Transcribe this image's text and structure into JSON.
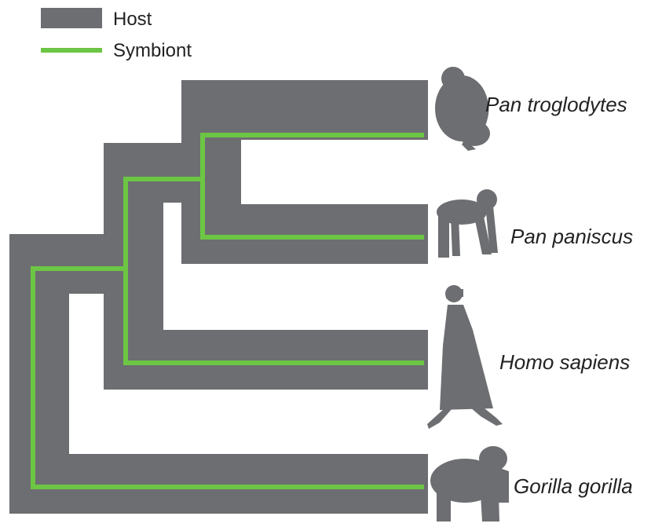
{
  "legend": {
    "host_label": "Host",
    "symbiont_label": "Symbiont"
  },
  "colors": {
    "host": "#6d6e71",
    "symbiont": "#6cc644",
    "silhouette": "#6d6e71",
    "text": "#222222"
  },
  "species": [
    {
      "label": "Pan troglodytes",
      "icon": "chimpanzee-icon"
    },
    {
      "label": "Pan paniscus",
      "icon": "bonobo-icon"
    },
    {
      "label": "Homo sapiens",
      "icon": "human-icon"
    },
    {
      "label": "Gorilla gorilla",
      "icon": "gorilla-icon"
    }
  ]
}
